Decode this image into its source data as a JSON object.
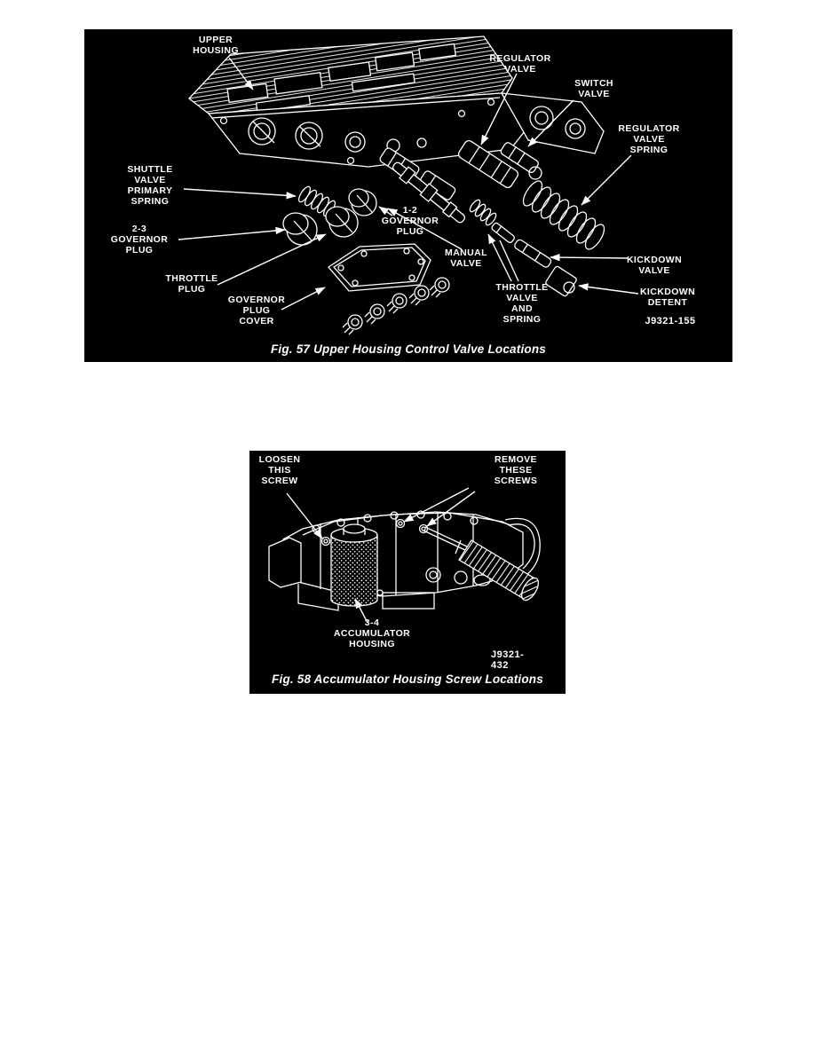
{
  "figures": {
    "fig57": {
      "caption": "Fig. 57 Upper Housing Control Valve Locations",
      "ref_code": "J9321-155",
      "labels": {
        "upper_housing": "UPPER\nHOUSING",
        "regulator_valve": "REGULATOR\nVALVE",
        "switch_valve": "SWITCH\nVALVE",
        "regulator_valve_spring": "REGULATOR\nVALVE\nSPRING",
        "shuttle_valve_primary_spring": "SHUTTLE\nVALVE\nPRIMARY\nSPRING",
        "governor_plug_2_3": "2-3\nGOVERNOR\nPLUG",
        "governor_plug_1_2": "1-2\nGOVERNOR\nPLUG",
        "throttle_plug": "THROTTLE\nPLUG",
        "governor_plug_cover": "GOVERNOR\nPLUG\nCOVER",
        "manual_valve": "MANUAL\nVALVE",
        "throttle_valve_and_spring": "THROTTLE\nVALVE\nAND\nSPRING",
        "kickdown_valve": "KICKDOWN\nVALVE",
        "kickdown_detent": "KICKDOWN\nDETENT"
      }
    },
    "fig58": {
      "caption": "Fig. 58 Accumulator Housing Screw Locations",
      "ref_code": "J9321-432",
      "labels": {
        "loosen_this_screw": "LOOSEN\nTHIS\nSCREW",
        "remove_these_screws": "REMOVE\nTHESE\nSCREWS",
        "accumulator_housing_3_4": "3-4\nACCUMULATOR\nHOUSING"
      }
    }
  }
}
